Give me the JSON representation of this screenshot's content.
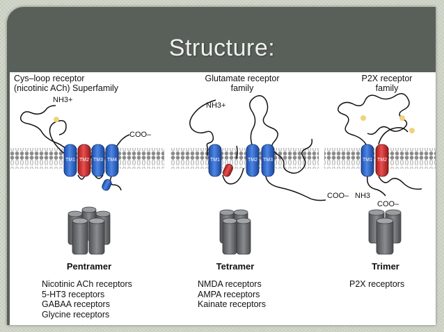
{
  "slide": {
    "title": "Structure:"
  },
  "families": [
    {
      "header_lines": [
        "Cys–loop receptor",
        "(nicotinic ACh) Superfamily"
      ],
      "n_terminal": "NH3+",
      "c_terminal": "COO–",
      "domains": [
        "TM1",
        "TM2",
        "TM3",
        "TM4"
      ],
      "assembly": "Pentramer",
      "receptors": [
        "Nicotinic ACh receptors",
        "5-HT3 receptors",
        "GABAA receptors",
        "Glycine receptors"
      ]
    },
    {
      "header_lines": [
        "Glutamate receptor",
        "family"
      ],
      "n_terminal": "NH3+",
      "c_terminal": "COO–",
      "domains": [
        "TM1",
        "TM2",
        "TM3"
      ],
      "assembly": "Tetramer",
      "receptors": [
        "NMDA receptors",
        "AMPA receptors",
        "Kainate receptors"
      ]
    },
    {
      "header_lines": [
        "P2X receptor",
        "family"
      ],
      "n_terminal": "NH3",
      "c_terminal": "COO–",
      "domains": [
        "TM1",
        "TM2"
      ],
      "assembly": "Trimer",
      "receptors": [
        "P2X receptors"
      ]
    }
  ],
  "colors": {
    "tm_blue": "#2a63c8",
    "tm_red": "#d22a2a",
    "subunit_grey": "#6d6f72",
    "membrane_grey": "#8a8a8a",
    "disulfide_yellow": "#f2d27a"
  }
}
